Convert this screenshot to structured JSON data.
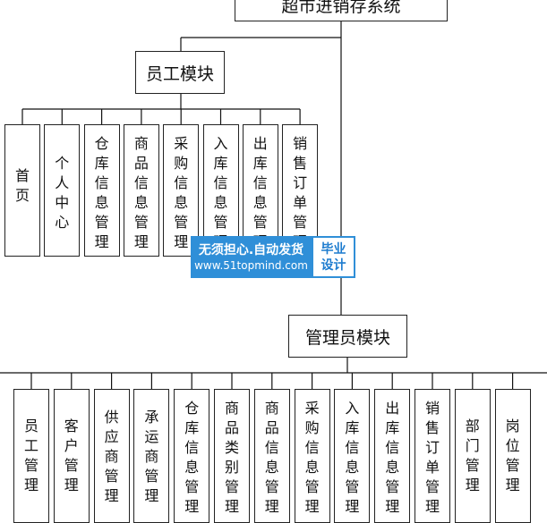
{
  "root": {
    "label": "超市进销存系统"
  },
  "employee_module": {
    "label": "员工模块",
    "children": [
      "首页",
      "个人中心",
      "仓库信息管理",
      "商品信息管理",
      "采购信息管理",
      "入库信息管理",
      "出库信息管理",
      "销售订单管理"
    ]
  },
  "admin_module": {
    "label": "管理员模块",
    "children": [
      "员工管理",
      "客户管理",
      "供应商管理",
      "承运商管理",
      "仓库信息管理",
      "商品类别管理",
      "商品信息管理",
      "采购信息管理",
      "入库信息管理",
      "出库信息管理",
      "销售订单管理",
      "部门管理",
      "岗位管理"
    ]
  },
  "watermark": {
    "slogan": "无须担心.自动发货",
    "url": "www.51topmind.com",
    "badge_line1": "毕业",
    "badge_line2": "设计",
    "color": "#2f8fd8"
  }
}
